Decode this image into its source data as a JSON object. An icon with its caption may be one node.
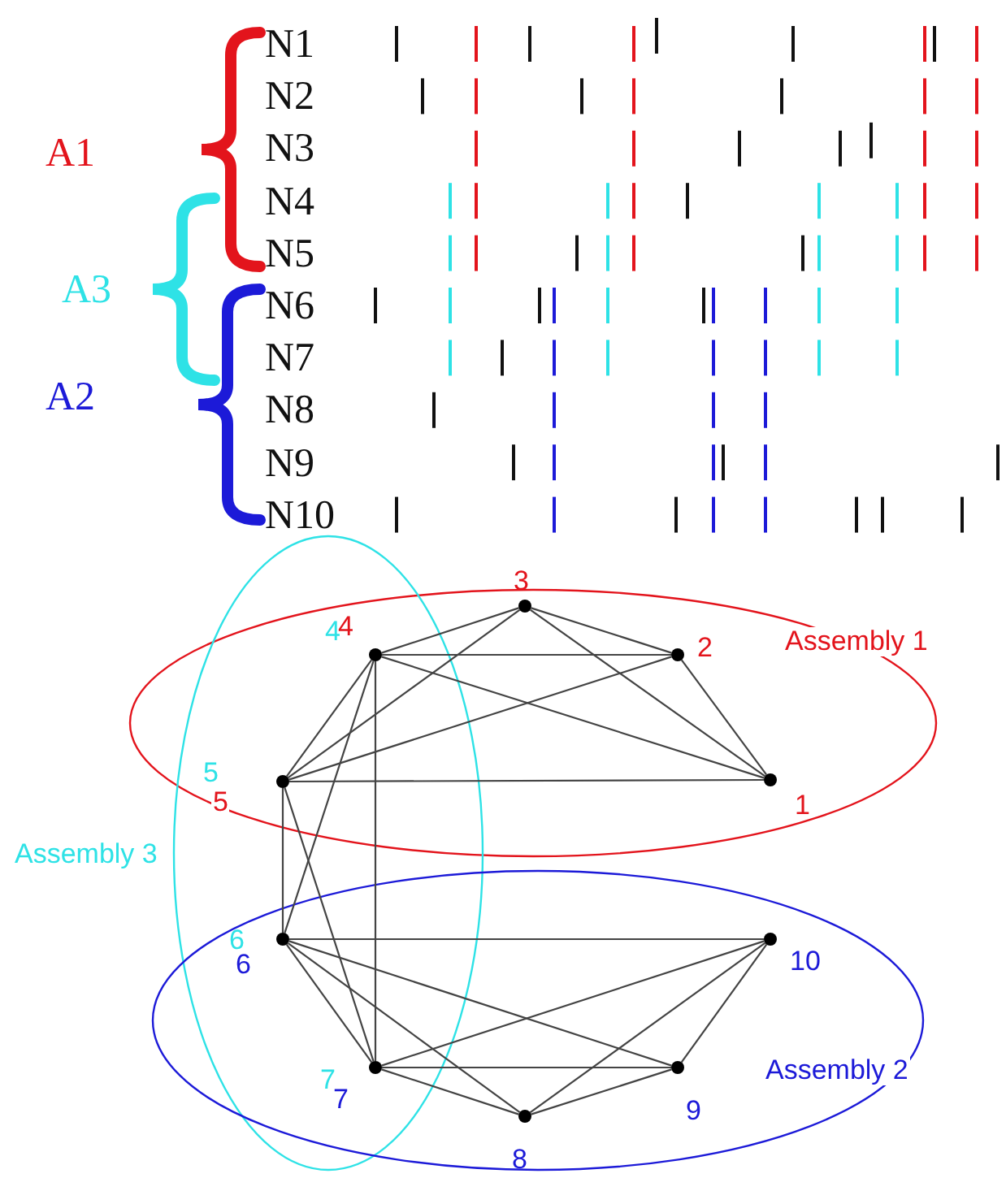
{
  "diagram": {
    "nodes": [
      {
        "text": [],
        "shape": "circle",
        "beside": [
          "1"
        ]
      },
      {
        "text": [],
        "shape": "circle",
        "beside": [
          "2"
        ]
      },
      {
        "text": [],
        "shape": "circle",
        "beside": [
          "3"
        ]
      },
      {
        "text": [],
        "shape": "circle",
        "beside": [
          "4",
          "4"
        ]
      },
      {
        "text": [],
        "shape": "circle",
        "beside": [
          "5",
          "5"
        ]
      },
      {
        "text": [],
        "shape": "circle",
        "beside": [
          "6",
          "6"
        ]
      },
      {
        "text": [],
        "shape": "circle",
        "beside": [
          "7",
          "7"
        ]
      },
      {
        "text": [],
        "shape": "circle",
        "beside": [
          "8"
        ]
      },
      {
        "text": [],
        "shape": "circle",
        "beside": [
          "9"
        ]
      },
      {
        "text": [],
        "shape": "circle",
        "beside": [
          "10"
        ]
      }
    ],
    "edges": [
      {
        "from": 2,
        "to": 3,
        "arrow": "none"
      },
      {
        "from": 2,
        "to": 1,
        "arrow": "none"
      },
      {
        "from": 2,
        "to": 4,
        "arrow": "none"
      },
      {
        "from": 2,
        "to": 0,
        "arrow": "none"
      },
      {
        "from": 3,
        "to": 1,
        "arrow": "none"
      },
      {
        "from": 3,
        "to": 0,
        "arrow": "none"
      },
      {
        "from": 3,
        "to": 4,
        "arrow": "none"
      },
      {
        "from": 3,
        "to": 5,
        "arrow": "none"
      },
      {
        "from": 3,
        "to": 6,
        "arrow": "none"
      },
      {
        "from": 1,
        "to": 4,
        "arrow": "none"
      },
      {
        "from": 1,
        "to": 0,
        "arrow": "none"
      },
      {
        "from": 4,
        "to": 0,
        "arrow": "none"
      },
      {
        "from": 4,
        "to": 5,
        "arrow": "none"
      },
      {
        "from": 4,
        "to": 6,
        "arrow": "none"
      },
      {
        "from": 5,
        "to": 9,
        "arrow": "none"
      },
      {
        "from": 5,
        "to": 6,
        "arrow": "none"
      },
      {
        "from": 5,
        "to": 7,
        "arrow": "none"
      },
      {
        "from": 5,
        "to": 8,
        "arrow": "none"
      },
      {
        "from": 6,
        "to": 9,
        "arrow": "none"
      },
      {
        "from": 6,
        "to": 8,
        "arrow": "none"
      },
      {
        "from": 6,
        "to": 7,
        "arrow": "none"
      },
      {
        "from": 7,
        "to": 9,
        "arrow": "none"
      },
      {
        "from": 7,
        "to": 8,
        "arrow": "none"
      },
      {
        "from": 8,
        "to": 9,
        "arrow": "none"
      }
    ],
    "labels": [
      "N1",
      "N2",
      "N3",
      "A1",
      "N4",
      "N5",
      "A3",
      "N6",
      "N7",
      "A2",
      "N8",
      "N9",
      "N10",
      "Assembly 1",
      "Assembly 3",
      "Assembly 2"
    ]
  }
}
